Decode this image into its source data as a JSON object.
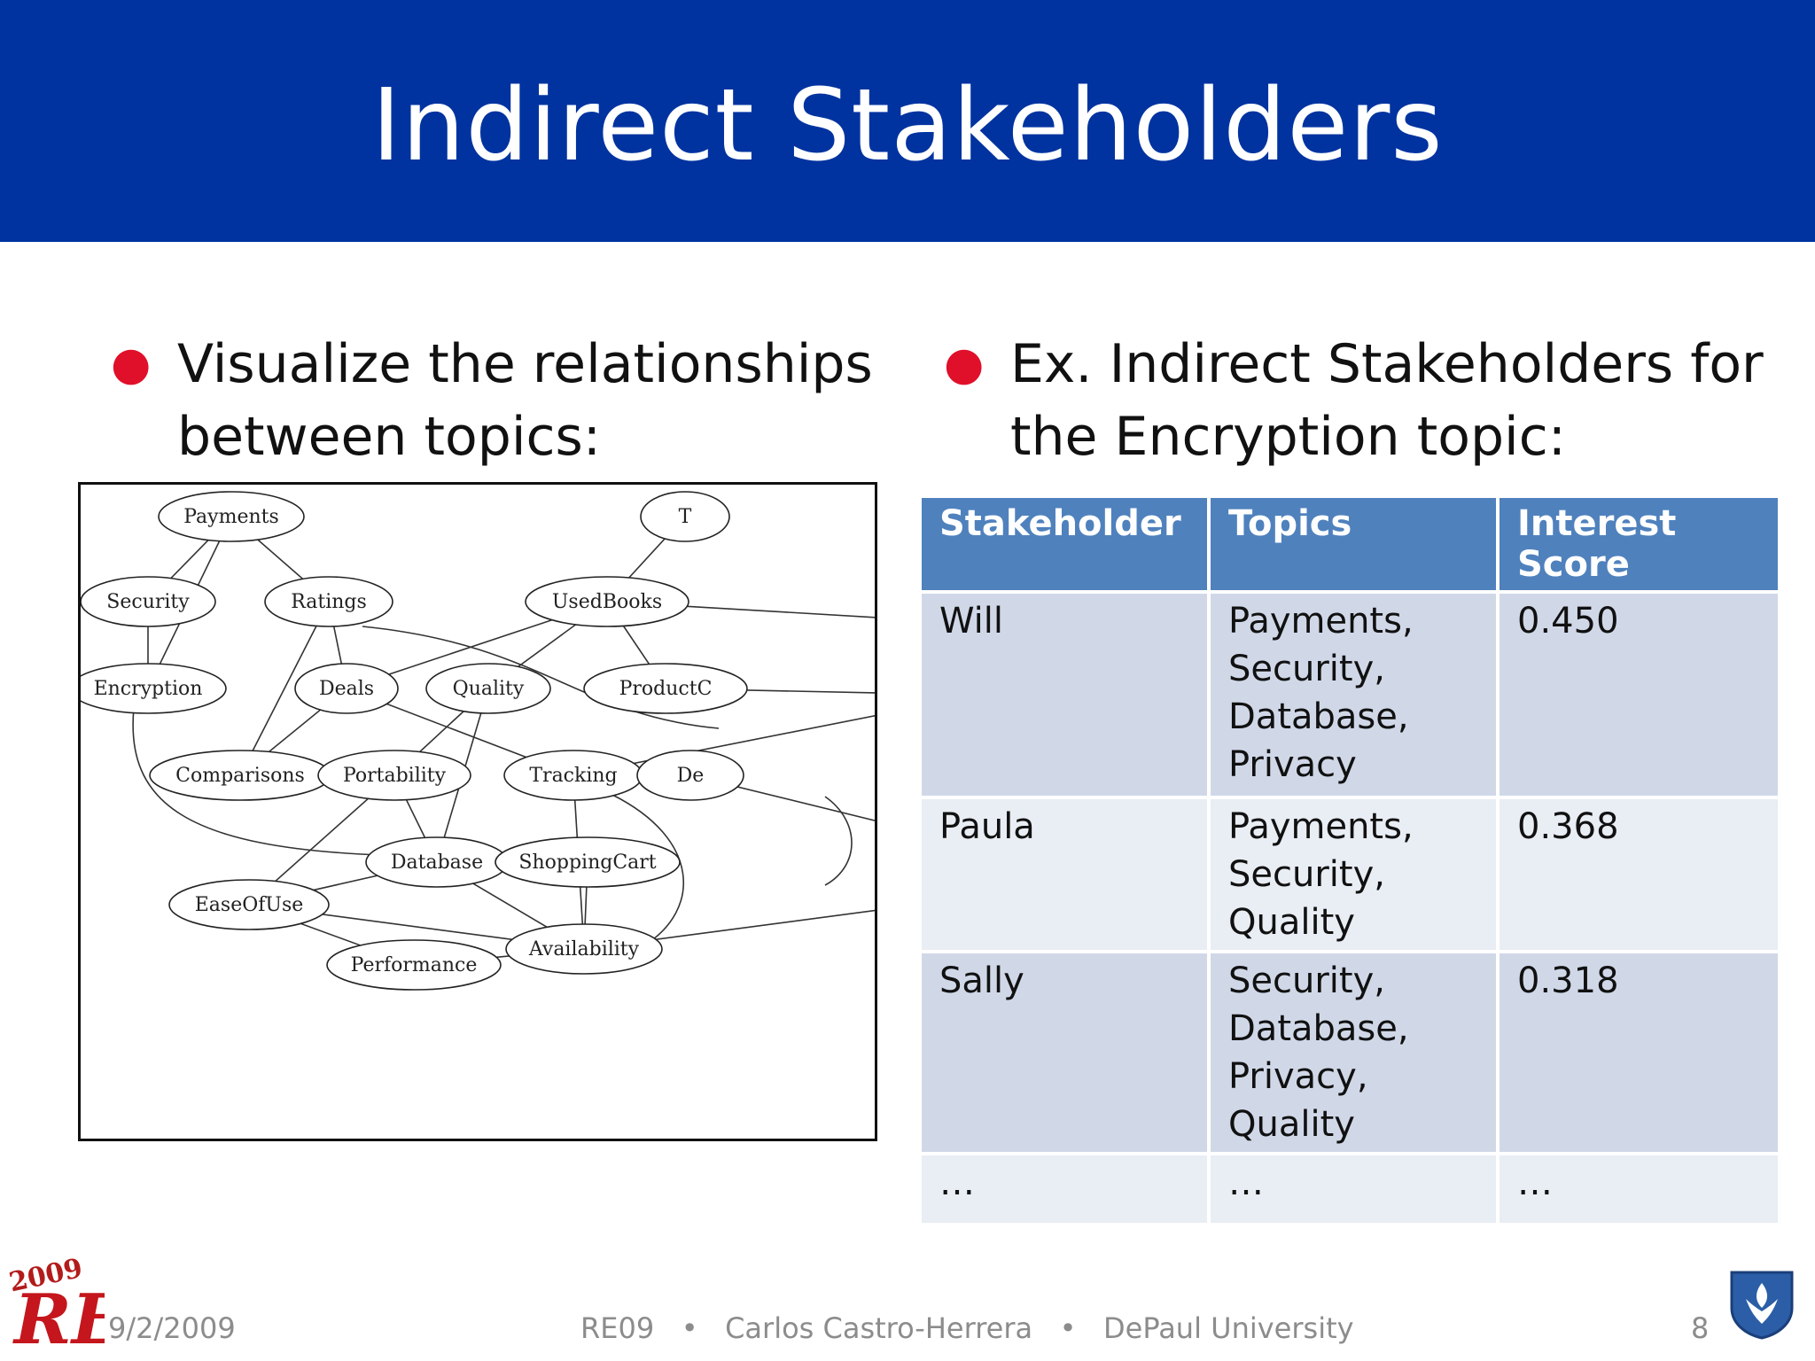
{
  "slide": {
    "title": "Indirect Stakeholders",
    "left_bullet": "Visualize the relationships between topics:",
    "right_bullet": "Ex. Indirect Stakeholders for the Encryption topic:"
  },
  "graph": {
    "nodes": [
      {
        "id": "payments",
        "label": "Payments"
      },
      {
        "id": "security",
        "label": "Security"
      },
      {
        "id": "ratings",
        "label": "Ratings"
      },
      {
        "id": "usedbooks",
        "label": "UsedBooks"
      },
      {
        "id": "encryption",
        "label": "Encryption"
      },
      {
        "id": "deals",
        "label": "Deals"
      },
      {
        "id": "quality",
        "label": "Quality"
      },
      {
        "id": "productc",
        "label": "ProductC"
      },
      {
        "id": "comparisons",
        "label": "Comparisons"
      },
      {
        "id": "portability",
        "label": "Portability"
      },
      {
        "id": "tracking",
        "label": "Tracking"
      },
      {
        "id": "de",
        "label": "De"
      },
      {
        "id": "database",
        "label": "Database"
      },
      {
        "id": "shoppingcart",
        "label": "ShoppingCart"
      },
      {
        "id": "easeofuse",
        "label": "EaseOfUse"
      },
      {
        "id": "availability",
        "label": "Availability"
      },
      {
        "id": "performance",
        "label": "Performance"
      },
      {
        "id": "t",
        "label": "T"
      }
    ]
  },
  "table": {
    "headers": [
      "Stakeholder",
      "Topics",
      "Interest Score"
    ],
    "rows": [
      {
        "stakeholder": "Will",
        "topics": [
          "Payments,",
          "Security,",
          "Database,",
          "Privacy"
        ],
        "score": "0.450"
      },
      {
        "stakeholder": "Paula",
        "topics": [
          "Payments,",
          "Security,",
          "Quality"
        ],
        "score": "0.368"
      },
      {
        "stakeholder": "Sally",
        "topics": [
          "Security,",
          "Database,",
          "Privacy, Quality"
        ],
        "score": "0.318"
      },
      {
        "stakeholder": "…",
        "topics": [
          "…"
        ],
        "score": "…"
      }
    ]
  },
  "footer": {
    "date": "9/2/2009",
    "center": "RE09   •   Carlos Castro-Herrera   •   DePaul University",
    "page": "8"
  },
  "colors": {
    "header_bg": "#0033a0",
    "bullet": "#e0102a",
    "table_header": "#4f81bd",
    "row_dark": "#d0d8e8",
    "row_light": "#e9edf4"
  }
}
